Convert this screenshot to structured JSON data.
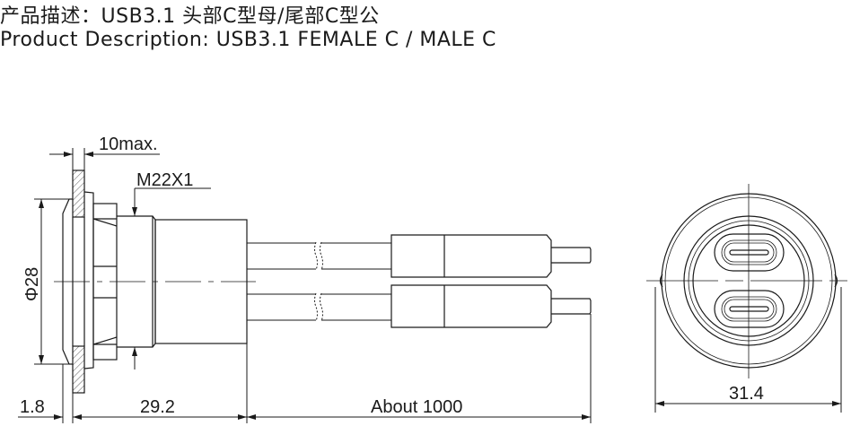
{
  "header": {
    "title_cn": "产品描述：USB3.1 头部C型母/尾部C型公",
    "title_en": "Product Description: USB3.1  FEMALE C / MALE C"
  },
  "side_view": {
    "panel_thickness_label": "10max.",
    "thread_label": "M22X1",
    "diameter_label": "Φ28",
    "flange_thickness_label": "1.8",
    "body_length_label": "29.2",
    "cable_length_label": "About 1000"
  },
  "front_view": {
    "outer_diameter_label": "31.4",
    "ports": [
      "usb-c-port-top",
      "usb-c-port-bottom"
    ]
  },
  "colors": {
    "line": "#1a1a1a",
    "light_line": "#555555",
    "background": "#ffffff"
  }
}
